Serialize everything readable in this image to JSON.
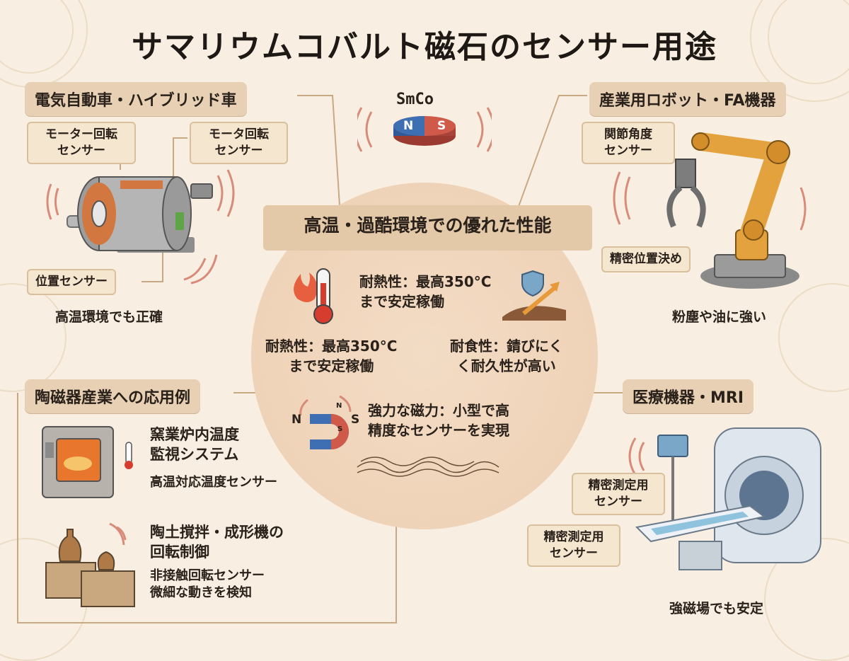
{
  "title": "サマリウムコバルト磁石のセンサー用途",
  "magnet": {
    "label": "SmCo",
    "n": "N",
    "s": "S"
  },
  "ev": {
    "header": "電気自動車・ハイブリッド車",
    "label1": "モーター回転\nセンサー",
    "label2": "モータ回転\nセンサー",
    "label3": "位置センサー",
    "note": "高温環境でも正確"
  },
  "robot": {
    "header": "産業用ロボット・FA機器",
    "label1": "関節角度\nセンサー",
    "label2": "精密位置決め",
    "note": "粉塵や油に強い"
  },
  "center": {
    "banner": "高温・過酷環境での優れた性能",
    "heat_top": "耐熱性：最高350°C\nまで安定稼働",
    "heat": "耐熱性：最高350°C\nまで安定稼働",
    "corrosion": "耐食性：錆びにく\nく耐久性が高い",
    "magnet_force": "強力な磁力：小型で高\n精度なセンサーを実現",
    "hmag_n": "N",
    "hmag_s": "S",
    "hmag_n2": "N",
    "hmag_s2": "S"
  },
  "ceramic": {
    "header": "陶磁器産業への応用例",
    "kiln_title": "窯業炉内温度\n監視システム",
    "kiln_sub": "高温対応温度センサー",
    "mixer_title": "陶土撹拌・成形機の\n回転制御",
    "mixer_sub": "非接触回転センサー\n微細な動きを検知"
  },
  "medical": {
    "header": "医療機器・MRI",
    "label1": "精密測定用\nセンサー",
    "label2": "精密測定用\nセンサー",
    "note": "強磁場でも安定"
  },
  "colors": {
    "north": "#3f6fb3",
    "south": "#cf5a4a",
    "accent": "#e69a3a",
    "line": "#c9a983"
  }
}
